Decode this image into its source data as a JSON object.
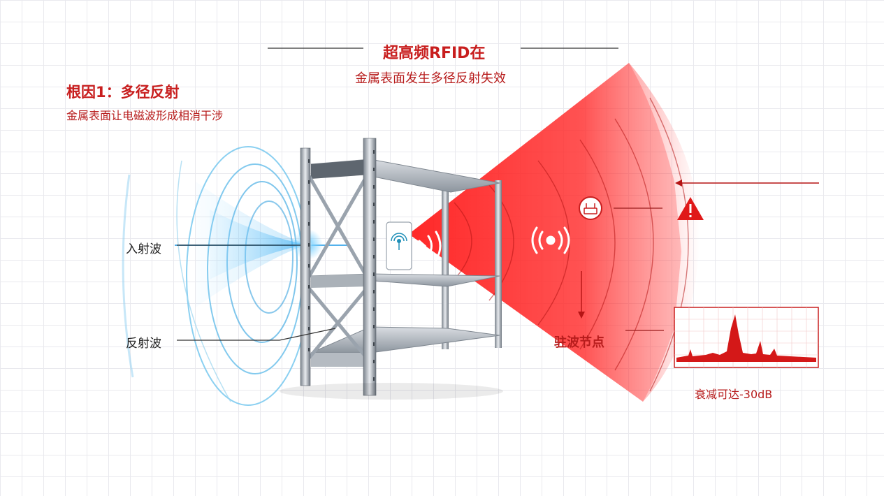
{
  "title": {
    "main": "超高频RFID在",
    "sub": "金属表面发生多径反射失效"
  },
  "cause": {
    "title": "根因1：多径反射",
    "subtitle": "金属表面让电磁波形成相消干涉"
  },
  "labels": {
    "incident_wave": "入射波",
    "reflected_wave": "反射波",
    "standing_node": "驻波节点",
    "attenuation": "衰减可达-30dB"
  },
  "icons": {
    "warning": "warning-triangle-icon",
    "signal": "signal-broadcast-icon",
    "router": "reader-antenna-icon",
    "tag": "rfid-tag-icon"
  },
  "colors": {
    "accent": "#c81e1e",
    "wave_red": "#ff2a2a",
    "wave_blue": "#5ab8e8",
    "steel": "#9aa3ad"
  }
}
